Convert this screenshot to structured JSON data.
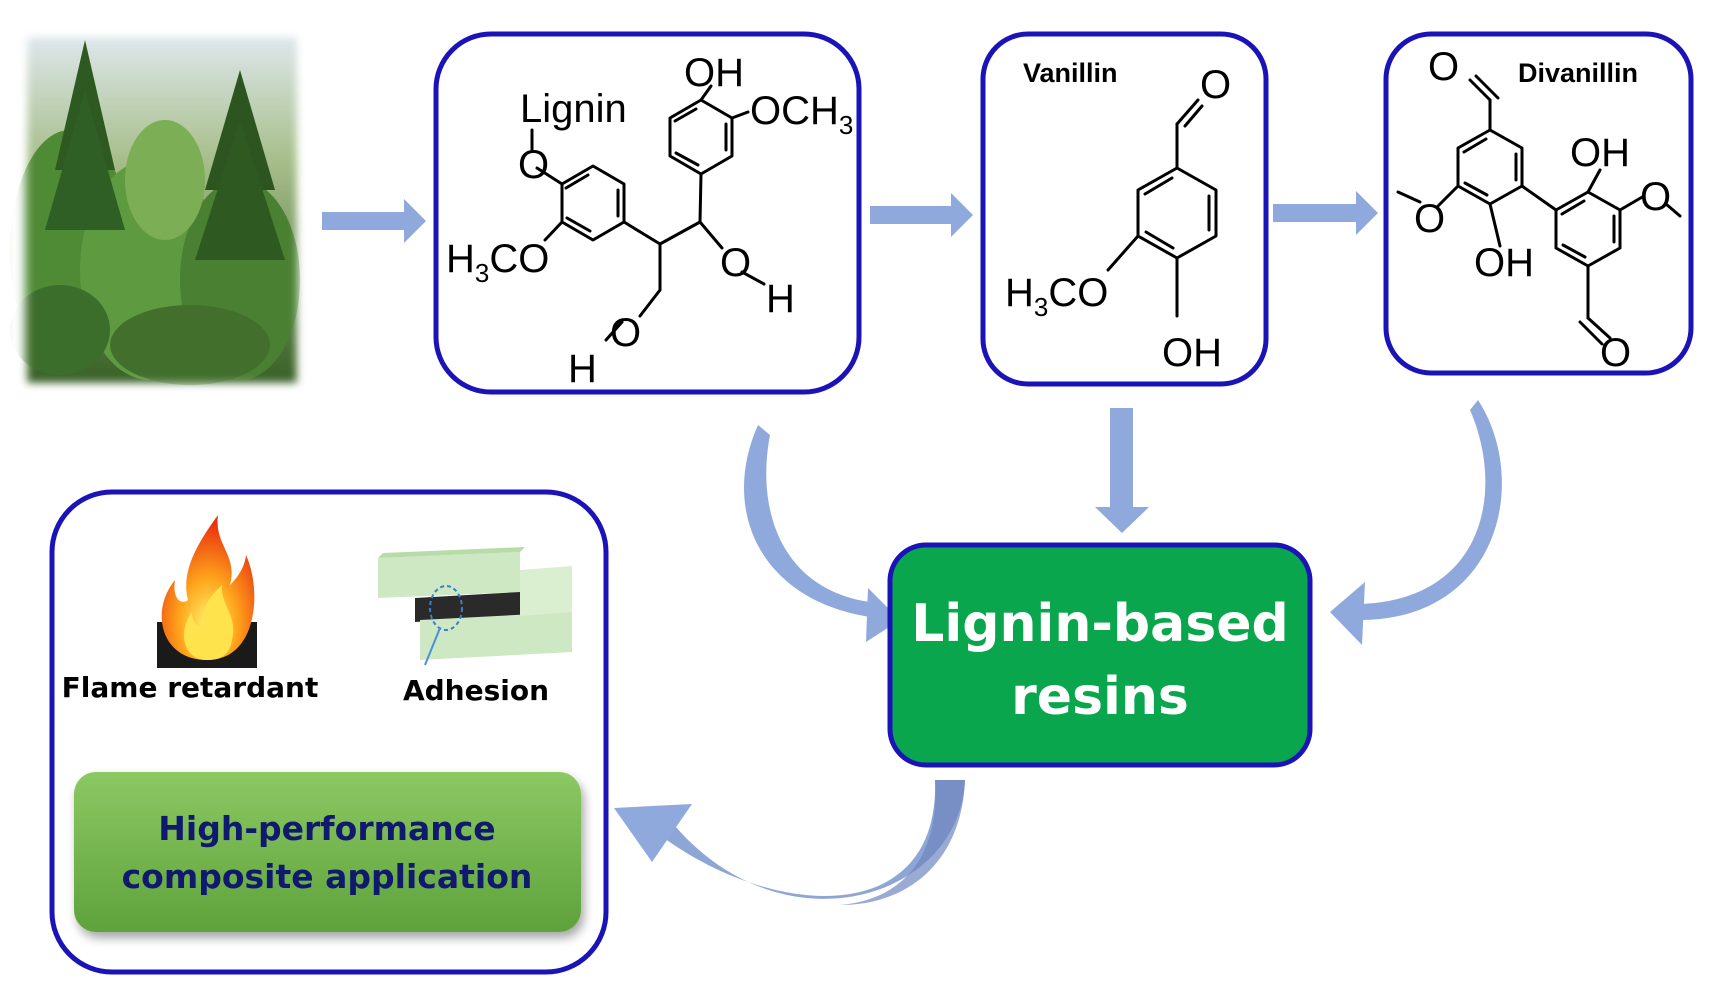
{
  "diagram": {
    "lignin": {
      "label": "Lignin",
      "groups": {
        "oh_top": "OH",
        "och3_right": "OCH",
        "och3_sub": "3",
        "h3co_h": "H",
        "h3co_sub": "3",
        "h3co_co": "CO",
        "o_left": "O",
        "o_right": "O",
        "h_right": "H",
        "o_bottom": "O",
        "h_bottom": "H"
      }
    },
    "vanillin": {
      "label": "Vanillin",
      "groups": {
        "aldehyde_o": "O",
        "h3co_h": "H",
        "h3co_sub": "3",
        "h3co_co": "CO",
        "oh": "OH"
      }
    },
    "divanillin": {
      "label": "Divanillin",
      "groups": {
        "aldehyde_o_top": "O",
        "aldehyde_o_bottom": "O",
        "oh_upper": "OH",
        "oh_lower": "OH",
        "methoxy_o_left": "O",
        "methoxy_o_right": "O"
      }
    },
    "resins": {
      "line1": "Lignin-based",
      "line2": "resins"
    },
    "applications": {
      "flame_label": "Flame retardant",
      "adhesion_label": "Adhesion",
      "composite_line1": "High-performance",
      "composite_line2": "composite application"
    },
    "colors": {
      "box_border": "#1a13b8",
      "arrow": "#8fa9dc",
      "arrow_dark": "#6f86bf",
      "resin_fill": "#0aa64e",
      "composite_fill": "#6fb447",
      "composite_text": "#0f1a6e",
      "tree_green": "#3f7a2e"
    }
  }
}
